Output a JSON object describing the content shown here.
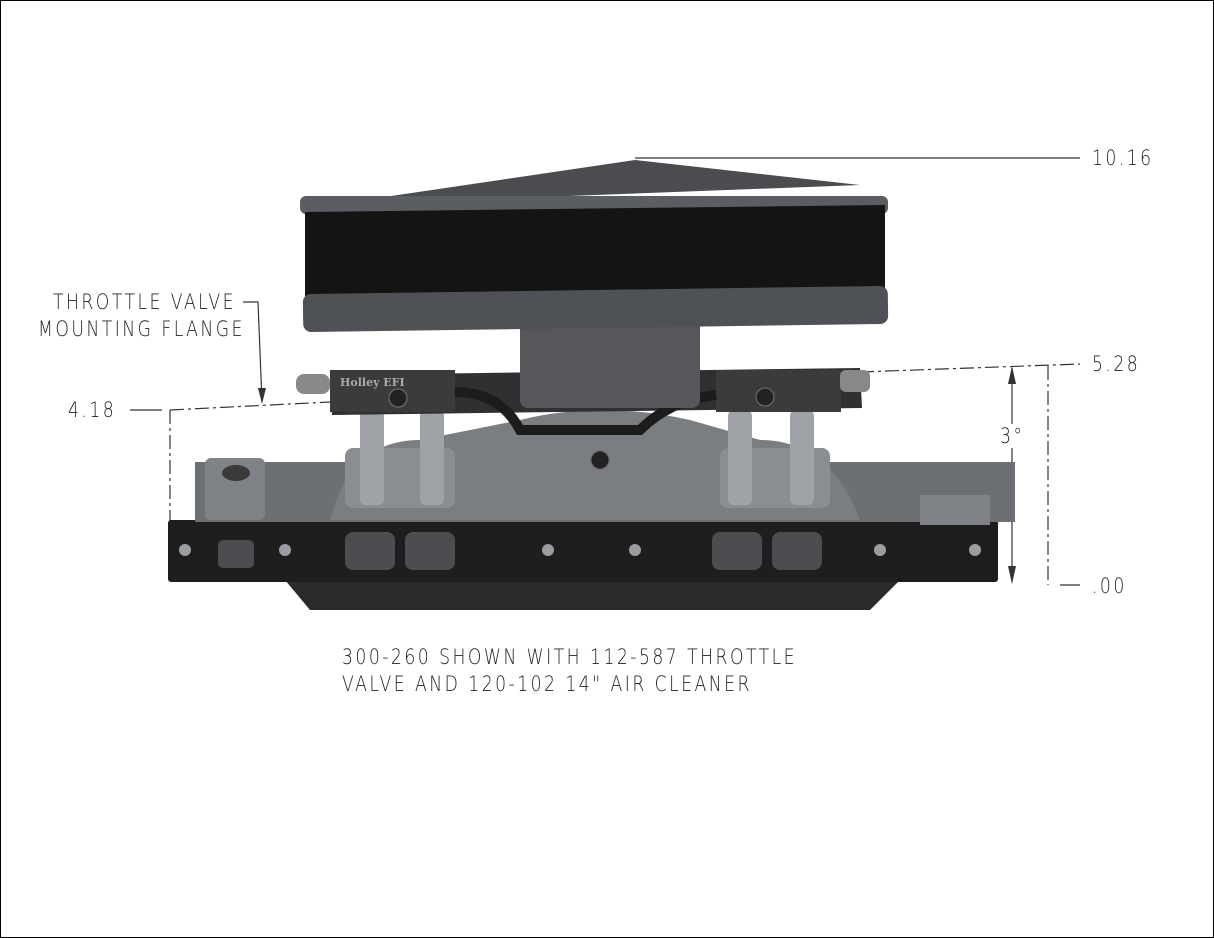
{
  "dimensions": {
    "top": "10.16",
    "flange_top": "5.28",
    "flange_left": "4.18",
    "base": ".00",
    "angle": "3°"
  },
  "callout": {
    "line1": "THROTTLE VALVE",
    "line2": "MOUNTING FLANGE"
  },
  "caption": {
    "line1": "300-260 SHOWN WITH 112-587 THROTTLE",
    "line2": "VALVE AND 120-102 14\" AIR CLEANER"
  },
  "logo": "Holley EFI"
}
